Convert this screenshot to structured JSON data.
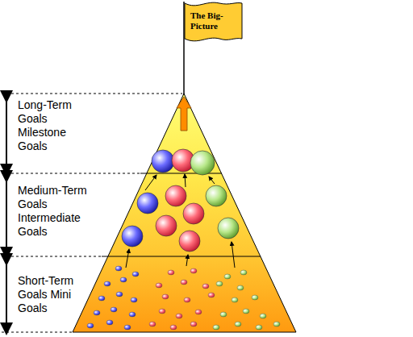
{
  "diagram": {
    "nodes": [
      {
        "text": [
          "The Big-Picture"
        ]
      }
    ],
    "labels": [
      "Long-Term Goals Milestone Goals",
      "Medium-Term Goals Intermediate Goals",
      "Short-Term Goals Mini Goals"
    ]
  }
}
